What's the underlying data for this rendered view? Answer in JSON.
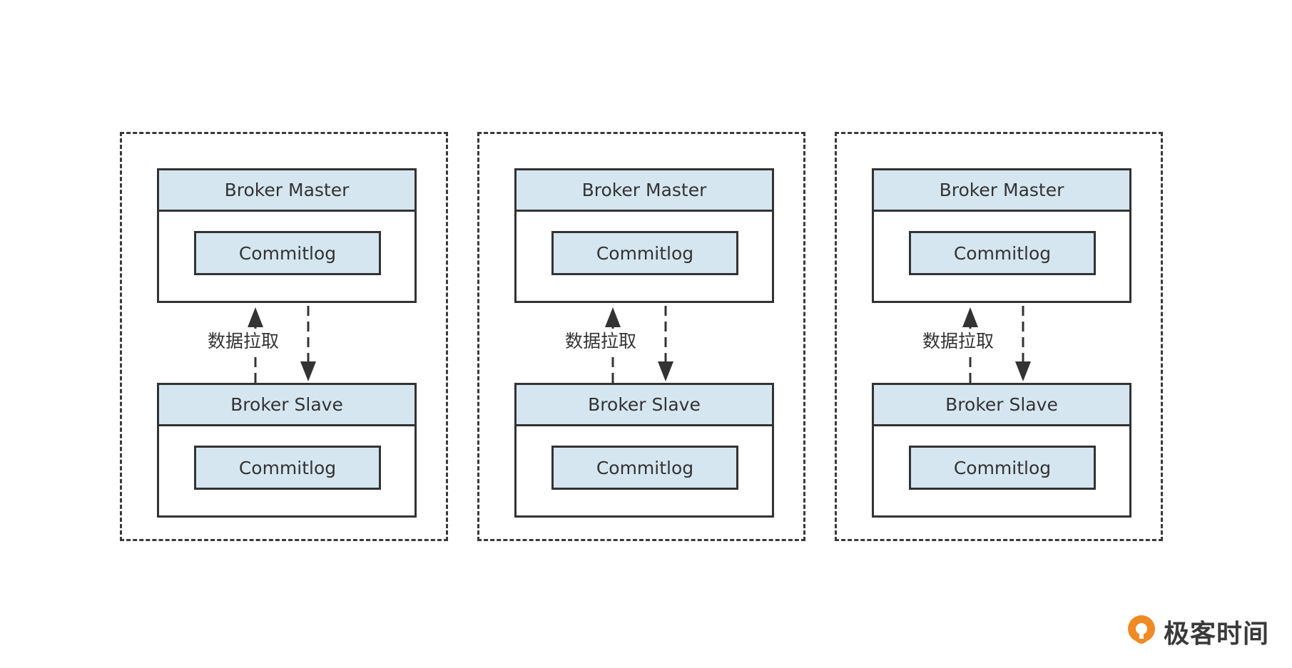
{
  "groups": [
    {
      "master": {
        "title": "Broker Master",
        "log": "Commitlog"
      },
      "sync_label": "数据拉取",
      "slave": {
        "title": "Broker Slave",
        "log": "Commitlog"
      }
    },
    {
      "master": {
        "title": "Broker Master",
        "log": "Commitlog"
      },
      "sync_label": "数据拉取",
      "slave": {
        "title": "Broker Slave",
        "log": "Commitlog"
      }
    },
    {
      "master": {
        "title": "Broker Master",
        "log": "Commitlog"
      },
      "sync_label": "数据拉取",
      "slave": {
        "title": "Broker Slave",
        "log": "Commitlog"
      }
    }
  ],
  "logo": {
    "text": "极客时间",
    "icon": "geektime-logo-icon"
  },
  "colors": {
    "box_fill": "#d5e6f0",
    "stroke": "#333333",
    "logo_orange": "#f08a24"
  }
}
